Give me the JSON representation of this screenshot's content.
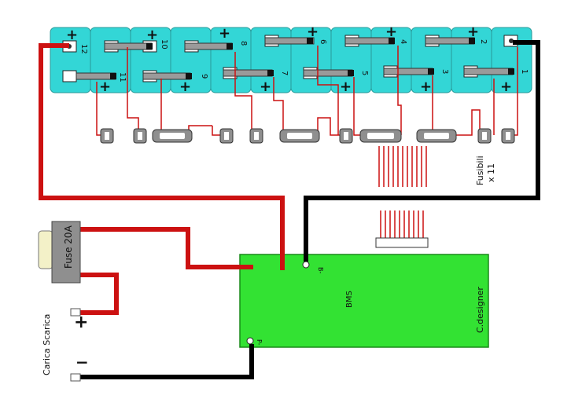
{
  "cells": [
    {
      "num": "12"
    },
    {
      "num": "11"
    },
    {
      "num": "10"
    },
    {
      "num": "9"
    },
    {
      "num": "8"
    },
    {
      "num": "7"
    },
    {
      "num": "6"
    },
    {
      "num": "5"
    },
    {
      "num": "4"
    },
    {
      "num": "3"
    },
    {
      "num": "2"
    },
    {
      "num": "1"
    }
  ],
  "plus_sign": "+",
  "fuse_label": "Fuse 20A",
  "fusibili_label": "Fusibili",
  "fusibili_count": "x 11",
  "bms_label": "BMS",
  "bms_designer": "C.designer",
  "bms_pin_b": "B-",
  "bms_pin_p": "P-",
  "terminal_plus": "+",
  "terminal_minus": "−",
  "charge_label": "Carica Scarica",
  "colors": {
    "cell_cyan": "#33d6d6",
    "bms_green": "#33e233",
    "wire_red": "#cc1111",
    "wire_black": "#000000",
    "fuse_gray": "#8f8f8f"
  }
}
